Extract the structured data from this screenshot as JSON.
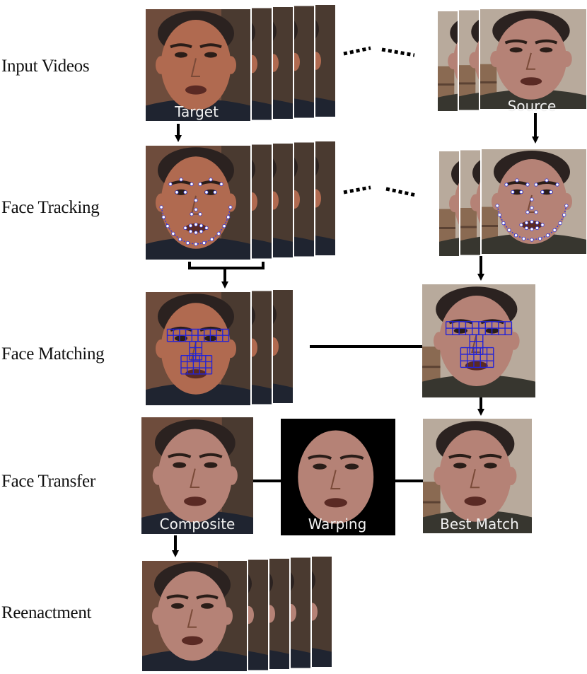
{
  "row_labels": {
    "input_videos": "Input Videos",
    "face_tracking": "Face Tracking",
    "face_matching": "Face Matching",
    "face_transfer": "Face Transfer",
    "reenactment": "Reenactment"
  },
  "tile_labels": {
    "target": "Target",
    "source": "Source",
    "composite": "Composite",
    "warping": "Warping",
    "best_match": "Best Match"
  },
  "colors": {
    "target_skin": "#b06a50",
    "source_skin": "#b58276",
    "hair": "#2b2220",
    "suit": "#1f2430",
    "background_warm": "#6e4c3c",
    "background_shelf": "#b8aa9c",
    "landmark": "#ffffff",
    "landmark_line": "#3a3ad6",
    "grid": "#2323d8",
    "arrow": "#000000",
    "warp_bg": "#000000"
  }
}
